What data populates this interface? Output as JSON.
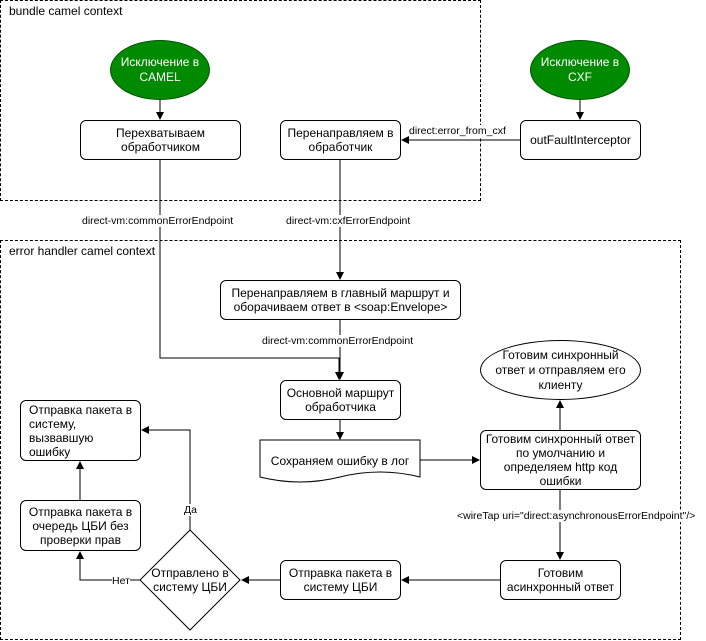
{
  "containers": {
    "bundle": {
      "title": "bundle camel context"
    },
    "error_handler": {
      "title": "error handler camel context"
    }
  },
  "nodes": {
    "exception_camel": "Исключение в CAMEL",
    "exception_cxf": "Исключение в CXF",
    "intercept_handler": "Перехватываем обработчиком",
    "redirect_handler": "Перенаправляем в обработчик",
    "out_fault_interceptor": "outFaultInterceptor",
    "redirect_main_route": "Перенаправляем в главный маршрут и оборачиваем ответ в <soap:Envelope>",
    "main_handler_route": "Основной маршрут обработчика",
    "save_error_log": "Сохраняем ошибку в лог",
    "prepare_sync_http": "Готовим синхронный ответ по умолчанию и определяем http код ошибки",
    "prepare_sync_send": "Готовим синхронный ответ и отправляем его клиенту",
    "prepare_async": "Готовим асинхронный ответ",
    "send_to_cbi": "Отправка пакета в систему ЦБИ",
    "sent_to_cbi_decision": "Отправлено в систему ЦБИ",
    "send_queue_no_check": "Отправка пакета в очередь ЦБИ без проверки прав",
    "send_to_error_system": "Отправка пакета в систему, вызвавшую ошибку"
  },
  "edge_labels": {
    "error_from_cxf": "direct:error_from_cxf",
    "common_error_endpoint_1": "direct-vm:commonErrorEndpoint",
    "cxf_error_endpoint": "direct-vm:cxfErrorEndpoint",
    "common_error_endpoint_2": "direct-vm:commonErrorEndpoint",
    "wiretap": "<wireTap uri=\"direct:asynchronousErrorEndpoint\"/>",
    "yes": "Да",
    "no": "Нет"
  },
  "colors": {
    "start_fill": "#008a00",
    "start_stroke": "#005700",
    "line": "#000000"
  }
}
